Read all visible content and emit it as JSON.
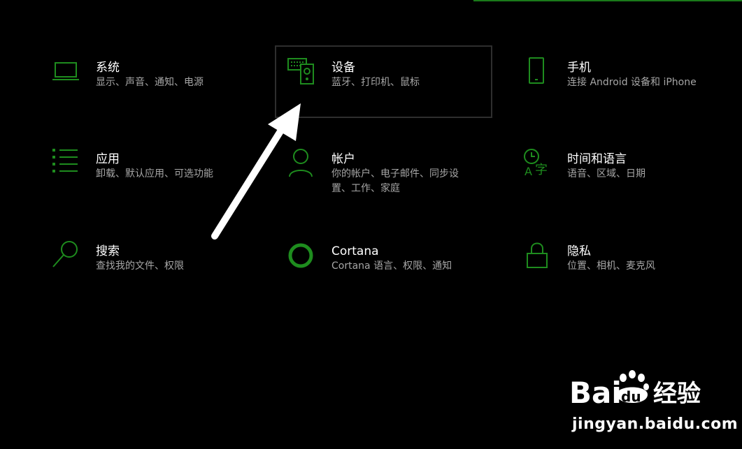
{
  "settings": {
    "tiles": [
      {
        "key": "system",
        "title": "系统",
        "desc": "显示、声音、通知、电源",
        "icon": "laptop-icon"
      },
      {
        "key": "devices",
        "title": "设备",
        "desc": "蓝牙、打印机、鼠标",
        "icon": "devices-icon"
      },
      {
        "key": "phone",
        "title": "手机",
        "desc": "连接 Android 设备和 iPhone",
        "icon": "phone-icon"
      },
      {
        "key": "apps",
        "title": "应用",
        "desc": "卸载、默认应用、可选功能",
        "icon": "apps-list-icon"
      },
      {
        "key": "accounts",
        "title": "帐户",
        "desc": "你的帐户、电子邮件、同步设置、工作、家庭",
        "icon": "person-icon"
      },
      {
        "key": "time-language",
        "title": "时间和语言",
        "desc": "语音、区域、日期",
        "icon": "time-language-icon"
      },
      {
        "key": "search",
        "title": "搜索",
        "desc": "查找我的文件、权限",
        "icon": "search-icon"
      },
      {
        "key": "cortana",
        "title": "Cortana",
        "desc": "Cortana 语言、权限、通知",
        "icon": "cortana-icon"
      },
      {
        "key": "privacy",
        "title": "隐私",
        "desc": "位置、相机、麦克风",
        "icon": "lock-icon"
      }
    ]
  },
  "watermark": {
    "brand_text": "Bai",
    "brand_paw": "du",
    "brand_suffix": "经验",
    "url": "jingyan.baidu.com"
  },
  "colors": {
    "accent": "#1e8c1e",
    "background": "#000000",
    "description": "#a6a6a6"
  }
}
